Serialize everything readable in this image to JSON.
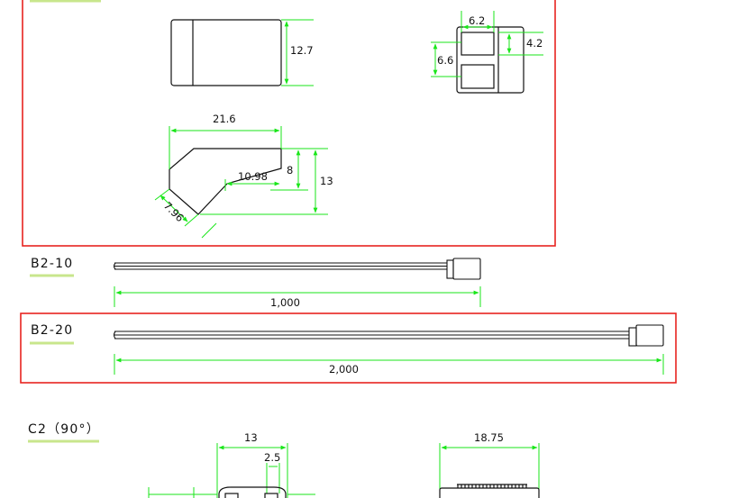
{
  "top_connector": {
    "dims": {
      "height": "12.7",
      "pin_pitch": "6.2",
      "slot_height": "4.2",
      "slot_gap": "6.6",
      "length": "21.6",
      "inner_length": "10.98",
      "inner_height": "8",
      "total_height": "13",
      "chamfer": "7.96"
    }
  },
  "cables": [
    {
      "label": "B2-10",
      "length": "1,000",
      "highlighted": false
    },
    {
      "label": "B2-20",
      "length": "2,000",
      "highlighted": true
    }
  ],
  "c2_section": {
    "label": "C2（90°）",
    "dims": {
      "width": "13",
      "pin": "2.5",
      "side_width": "18.75"
    }
  },
  "colors": {
    "highlight_frame": "#e8231f",
    "dimension": "#19e619",
    "underline": "#c8e68c",
    "outline": "#111111"
  }
}
